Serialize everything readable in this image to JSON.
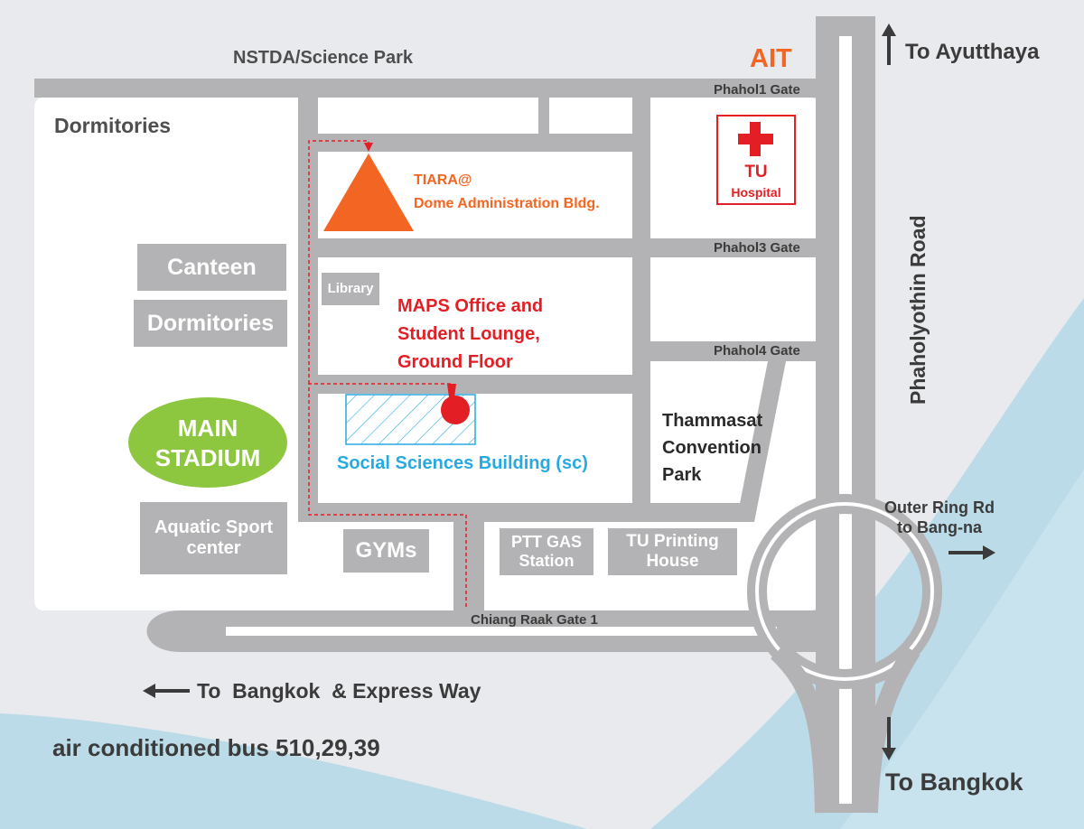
{
  "places": {
    "nstda": "NSTDA/Science Park",
    "ait": "AIT",
    "to_ayutthaya": "To Ayutthaya",
    "phahol1": "Phahol1 Gate",
    "phahol3": "Phahol3 Gate",
    "phahol4": "Phahol4 Gate",
    "dormitories_top": "Dormitories",
    "canteen": "Canteen",
    "dormitories_box": "Dormitories",
    "main_stadium": "MAIN STADIUM",
    "aquatic": "Aquatic Sport center",
    "gyms": "GYMs",
    "ptt": "PTT GAS Station",
    "tu_printing": "TU Printing House",
    "library": "Library",
    "tiara_line1": "TIARA@",
    "tiara_line2": "Dome Administration Bldg.",
    "maps_line1": "MAPS Office and",
    "maps_line2": "Student Lounge,",
    "maps_line3": "Ground Floor",
    "social_sciences": "Social Sciences Building (sc)",
    "tu_hospital_line1": "TU",
    "tu_hospital_line2": "Hospital",
    "convention_line1": "Thammasat",
    "convention_line2": "Convention",
    "convention_line3": "Park",
    "phaholyothin": "Phaholyothin Road",
    "outer_ring_line1": "Outer Ring Rd",
    "outer_ring_line2": "to Bang-na",
    "chiang_raak": "Chiang Raak Gate 1",
    "to_bangkok_express": "To  Bangkok  & Express Way",
    "to_bangkok": "To Bangkok",
    "bus": "air conditioned bus 510,29,39"
  },
  "colors": {
    "road": "#b3b3b5",
    "campus": "#ffffff",
    "background": "#e9eaee",
    "water": "#bcdbe8",
    "orange": "#f26522",
    "red": "#e31e24",
    "green": "#8dc63f",
    "cyan": "#27aae1",
    "text_dark": "#4e4e4e"
  }
}
